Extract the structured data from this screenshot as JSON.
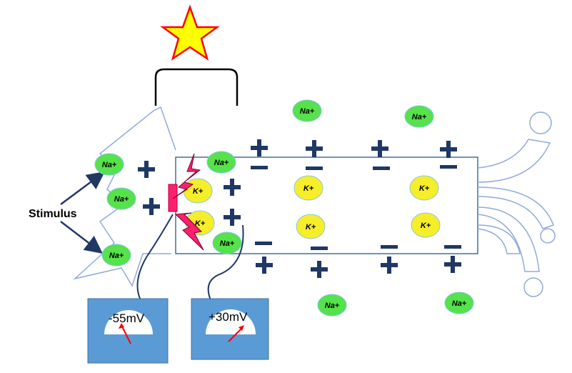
{
  "stimulus_label": "Stimulus",
  "ions": {
    "na_label": "Na+",
    "k_label": "K+"
  },
  "meters": {
    "left_reading": "-55mV",
    "right_reading": "+30mV"
  },
  "colors": {
    "na_fill": "#55e24a",
    "k_fill": "#f7ee2a",
    "membrane_stroke": "#41719c",
    "meter_box": "#5b9bd5",
    "sign_color": "#1f3864",
    "spark_color": "#ff1f6e",
    "star_fill": "#ffff00",
    "star_stroke": "#ff0000"
  },
  "icons": [
    "star-icon",
    "plus-sign",
    "minus-sign",
    "spark-icon",
    "voltmeter-icon"
  ]
}
